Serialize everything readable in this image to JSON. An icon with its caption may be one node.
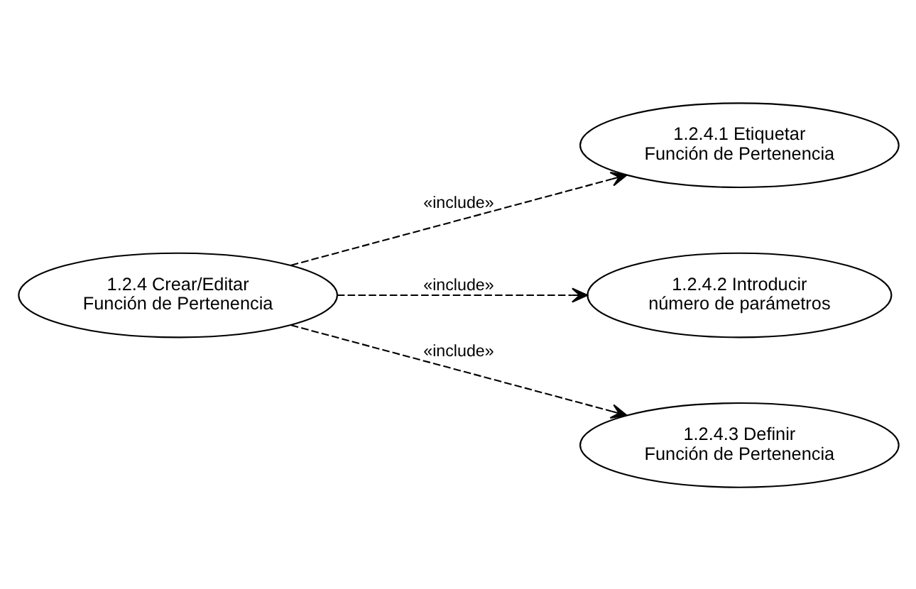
{
  "diagram": {
    "nodes": [
      {
        "text": [
          "1.2.4 Crear/Editar Función de Pertenencia"
        ]
      },
      {
        "text": [
          "1.2.4.1 Etiquetar Función de Pertenencia"
        ]
      },
      {
        "text": [
          "1.2.4.2 Introducir número de parámetros"
        ]
      },
      {
        "text": [
          "1.2.4.3 Definir Función de Pertenencia"
        ]
      }
    ],
    "edges": [
      {
        "from": 0,
        "to": 1,
        "arrow": "to",
        "label": "«include»",
        "style": "dashed"
      },
      {
        "from": 0,
        "to": 2,
        "arrow": "to",
        "label": "«include»",
        "style": "dashed"
      },
      {
        "from": 0,
        "to": 3,
        "arrow": "to",
        "label": "«include»",
        "style": "dashed"
      }
    ]
  }
}
